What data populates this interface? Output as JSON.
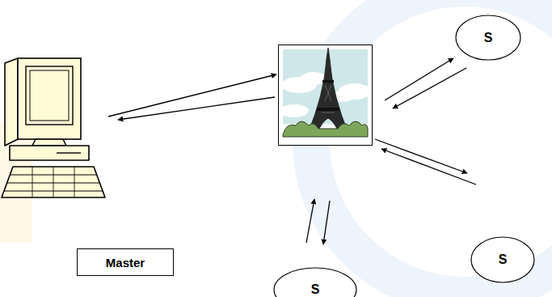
{
  "diagram": {
    "nodes": [
      {
        "text": [
          "Master"
        ]
      },
      {
        "text": []
      },
      {
        "text": [
          "S"
        ]
      },
      {
        "text": [
          "S"
        ]
      },
      {
        "text": [
          "S"
        ]
      }
    ],
    "edges": [
      {
        "from": 0,
        "to": 1,
        "arrow": "to"
      },
      {
        "from": 1,
        "to": 0,
        "arrow": "to"
      },
      {
        "from": 1,
        "to": 2,
        "arrow": "to"
      },
      {
        "from": 2,
        "to": 1,
        "arrow": "to"
      },
      {
        "from": 1,
        "to": 3,
        "arrow": "to"
      },
      {
        "from": 3,
        "to": 1,
        "arrow": "to"
      },
      {
        "from": 4,
        "to": 1,
        "arrow": "to"
      },
      {
        "from": 1,
        "to": 4,
        "arrow": "to"
      }
    ]
  }
}
